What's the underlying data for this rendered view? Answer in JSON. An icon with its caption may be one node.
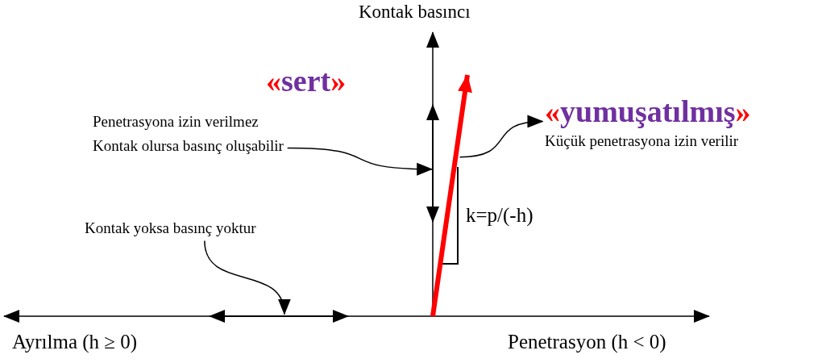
{
  "diagram": {
    "nodes": [
      {
        "text": [
          "Penetrasyona izin verilmez",
          "Kontak olursa basınç oluşabilir"
        ]
      },
      {
        "text": [
          "«yumuşatılmış»",
          "Küçük penetrasyona izin verilir"
        ]
      },
      {
        "text": [
          "Kontak yoksa basınç yoktur"
        ]
      },
      {
        "text": [],
        "shape": "line"
      },
      {
        "text": [],
        "shape": "line"
      },
      {
        "text": [],
        "shape": "line"
      }
    ],
    "edges": [
      {
        "from": 0,
        "to": 3,
        "arrow": "to"
      },
      {
        "from": 4,
        "to": 1,
        "arrow": "to"
      },
      {
        "from": 2,
        "to": 5,
        "arrow": "to"
      }
    ],
    "labels": [
      "Kontak basıncı",
      "«sert»",
      "k=p/(-h)",
      "Ayrılma (h ≥ 0)",
      "Penetrasyon (h < 0)"
    ]
  }
}
